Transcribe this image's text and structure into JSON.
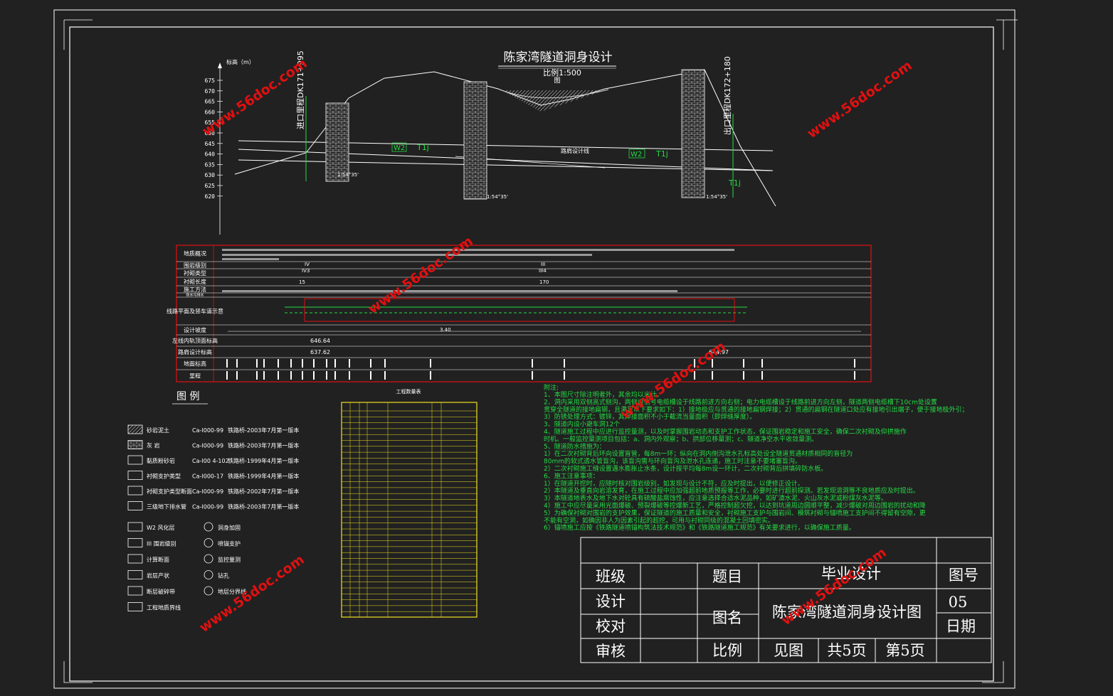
{
  "title": "陈家湾隧道洞身设计",
  "scale": "比例1:500",
  "scale_sub": "图",
  "axis_label": "标高（m）",
  "y_ticks": [
    "675",
    "670",
    "665",
    "660",
    "655",
    "650",
    "645",
    "640",
    "635",
    "630",
    "625",
    "620"
  ],
  "portal_left": "进口里程DK171+995",
  "portal_right": "出口里程DK172+180",
  "rock_labels": [
    "W2",
    "T1j",
    "W2",
    "T1j",
    "T1j"
  ],
  "slope_labels": [
    "1:54°35'",
    "1:54°35'",
    "1:54°35'"
  ],
  "route_line_label": "路肩设计线",
  "profile_table": {
    "rows": [
      "地质概况",
      "围岩级别",
      "衬砌类型",
      "衬砌长度",
      "施工方法",
      "防水与排水",
      "线路平面及竖车道示意",
      "设计坡度",
      "左线内轨顶面标高",
      "路肩设计标高",
      "地面标高",
      "里程"
    ],
    "rock_grades": [
      "IV",
      "III"
    ],
    "lining_types": [
      "IV3",
      "III4"
    ],
    "lengths": [
      "15",
      "170"
    ],
    "elev_values": [
      "646.64",
      "637.62",
      "644.97"
    ],
    "slope_value": "3.40"
  },
  "legend": {
    "title": "图 例",
    "items": [
      {
        "label": "砂岩泥土",
        "code": "Ca-I000-99",
        "desc": "铁路桥-2003年7月第一版本"
      },
      {
        "label": "灰 岩",
        "code": "Ca-I000-99",
        "desc": "铁路桥-2003年7月第一版本"
      },
      {
        "label": "黏质粉砂岩",
        "code": "Ca-I00 4-102",
        "desc": "铁路桥-1999年4月第一版本"
      },
      {
        "label": "衬砌支护类型",
        "code": "Ca-I000-17",
        "desc": "铁路桥-1999年4月第一版本"
      },
      {
        "label": "衬砌支护类型断面",
        "code": "Ca-I000-99",
        "desc": "铁路桥-2002年7月第一版本"
      },
      {
        "label": "三级地下排水管",
        "code": "Ca-I000-99",
        "desc": "铁路桥-2003年7月第一版本"
      },
      {
        "label": "W2 风化层",
        "code": "",
        "desc": "洞身加固"
      },
      {
        "label": "III 围岩级别",
        "code": "",
        "desc": "喷锚支护"
      },
      {
        "label": "计算断面",
        "code": "",
        "desc": "监控量测"
      },
      {
        "label": "岩层产状",
        "code": "",
        "desc": "钻孔"
      },
      {
        "label": "断层破碎带",
        "code": "",
        "desc": "地层分界线"
      },
      {
        "label": "工程地质界线",
        "code": "",
        "desc": ""
      }
    ]
  },
  "quantity_title": "工程数量表",
  "notes": {
    "heading": "附注:",
    "lines": [
      "1、本图尺寸除注明者外，其余均以米计。",
      "2、洞内采用双侧高式侧沟，两侧设信号电缆槽设于线路前进方向右侧；电力电缆槽设于线路前进方向左侧，隧道两侧电缆槽下10cm处设置",
      "贯穿全隧道的接地扁钢，且满足以下要求如下：1）接地极应与贯通的接地扁钢焊接；2）贯通的扁钢在隧道口处应有接地引出端子，便于接地极外引；",
      "3）防锈处理方式：镀锌，其焊接面积不小于截流当量面积（即焊缝厚度）。",
      "3、隧道内设小避车洞12个",
      "4、隧道施工过程中应进行监控量测，以及时掌握围岩动态和支护工作状态，保证围岩稳定和施工安全，确保二次衬砌及仰拱施作",
      "时机。一般监控量测项目包括：a、洞内外观察；b、拱部位移量测；c、隧道净空水平收敛量测。",
      "5、隧道防水措施为：",
      "1）在二次衬砌背后环向设置盲管，每8m一环；纵向在洞内侧沟泄水孔标高处设全隧道贯通材质相同的盲径为",
      "80mm的软式透水管盲沟，该盲沟需与环向盲沟及泄水孔连通，施工时注意不要堵塞盲沟。",
      "2）二次衬砌施工缝设置遇水膨胀止水条，设计按平均每8m设一环计，二次衬砌背后拼填碎防水板。",
      "6、施工注意事项：",
      "1）在隧道开挖时，应随时核对围岩级别，如发现与设计不符，应及时提出，以便修正设计。",
      "2）本隧道及垂直向岩溶发育，在施工过程中应加强超前地质预报等工作，必要时进行超前探测。若发现溶洞等不良地质应及时提出。",
      "3）本隧道地表水及地下水对砼具有硫酸盐腐蚀性，应注意选择合适水泥品种，如矿渣水泥、火山灰水泥或粉煤灰水泥等。",
      "4）施工中应尽量采用光面爆破、预裂爆破等控爆新工艺，严格控制超欠挖，以达到坑道周边圆顺平整，减少爆破对周边围岩的扰动和降",
      "5）为确保衬砌对围岩的支护效果，保证隧道的施工质量和安全，衬砌施工支护与围岩间、模筑衬砌与锚喷施工支护间不得留有空隙，更",
      "不能有空洞，如确因非人为因素引起的超挖，可用与衬砌同级的混凝土回填密实。",
      "6）锚喷施工应按《铁路隧道喷锚构筑法技术规范》和《铁路隧道施工规范》有关要求进行，以确保施工质量。"
    ]
  },
  "title_block": {
    "class_label": "班级",
    "design_label": "设计",
    "check_label": "校对",
    "review_label": "审核",
    "subject_label": "题目",
    "subject_value": "毕业设计",
    "name_label": "图名",
    "name_value": "陈家湾隧道洞身设计图",
    "scale_label": "比例",
    "scale_value": "见图",
    "total_sheets": "共5页",
    "sheet_no": "第5页",
    "drawing_no_label": "图号",
    "drawing_no_value": "05",
    "date_label": "日期"
  },
  "watermark": "www.56doc.com",
  "colors": {
    "background": "#212121",
    "line": "#ffffff",
    "annotation": "#22dd44",
    "table_frame": "#e01010",
    "quantity_frame": "#f0e020",
    "watermark": "#e01010"
  }
}
